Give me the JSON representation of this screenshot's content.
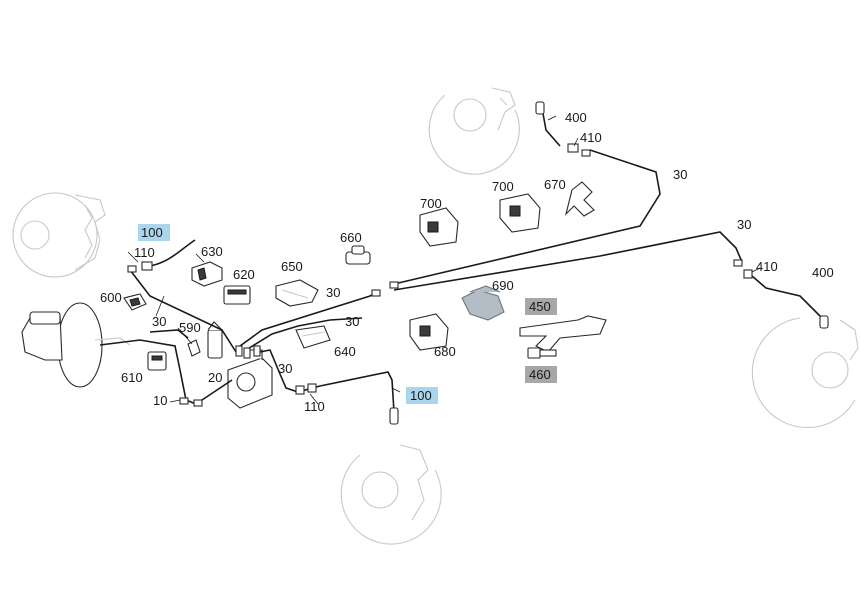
{
  "diagram": {
    "labels": {
      "l100a": "100",
      "l110a": "110",
      "l630": "630",
      "l620": "620",
      "l600": "600",
      "l30a": "30",
      "l590": "590",
      "l610": "610",
      "l20": "20",
      "l10": "10",
      "l650": "650",
      "l660": "660",
      "l30b": "30",
      "l30c": "30",
      "l640": "640",
      "l30d": "30",
      "l110b": "110",
      "l100b": "100",
      "l700a": "700",
      "l700b": "700",
      "l670": "670",
      "l690": "690",
      "l680": "680",
      "l450": "450",
      "l460": "460",
      "l400a": "400",
      "l410a": "410",
      "l30e": "30",
      "l30f": "30",
      "l410b": "410",
      "l400b": "400"
    },
    "colors": {
      "highlight_blue": "#a9d6ea",
      "highlight_grey": "#a7a7a7",
      "line": "#1a1a1a",
      "ghost": "#c8c8c8"
    }
  }
}
